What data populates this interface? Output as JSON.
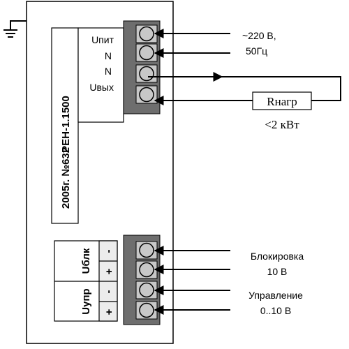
{
  "device": {
    "model": "РЕН-1.1500",
    "serial": "2005г. №632"
  },
  "power_terminal_labels": [
    "Uпит",
    "N",
    "N",
    "Uвых"
  ],
  "control_block": {
    "block_label": "Uблк",
    "control_label": "Uупр",
    "signs": [
      "-",
      "+",
      "-",
      "+"
    ]
  },
  "supply": {
    "line1": "~220 В,",
    "line2": "50Гц"
  },
  "load": {
    "resistor_label": "Rнагр",
    "power_limit": "<2 кВт"
  },
  "inputs": {
    "block_line1": "Блокировка",
    "block_line2": "10 В",
    "control_line1": "Управление",
    "control_line2": "0..10 В"
  },
  "colors": {
    "terminal_block": "#6e6e6e",
    "screw_head": "#c8c8c8",
    "line": "#000000"
  }
}
